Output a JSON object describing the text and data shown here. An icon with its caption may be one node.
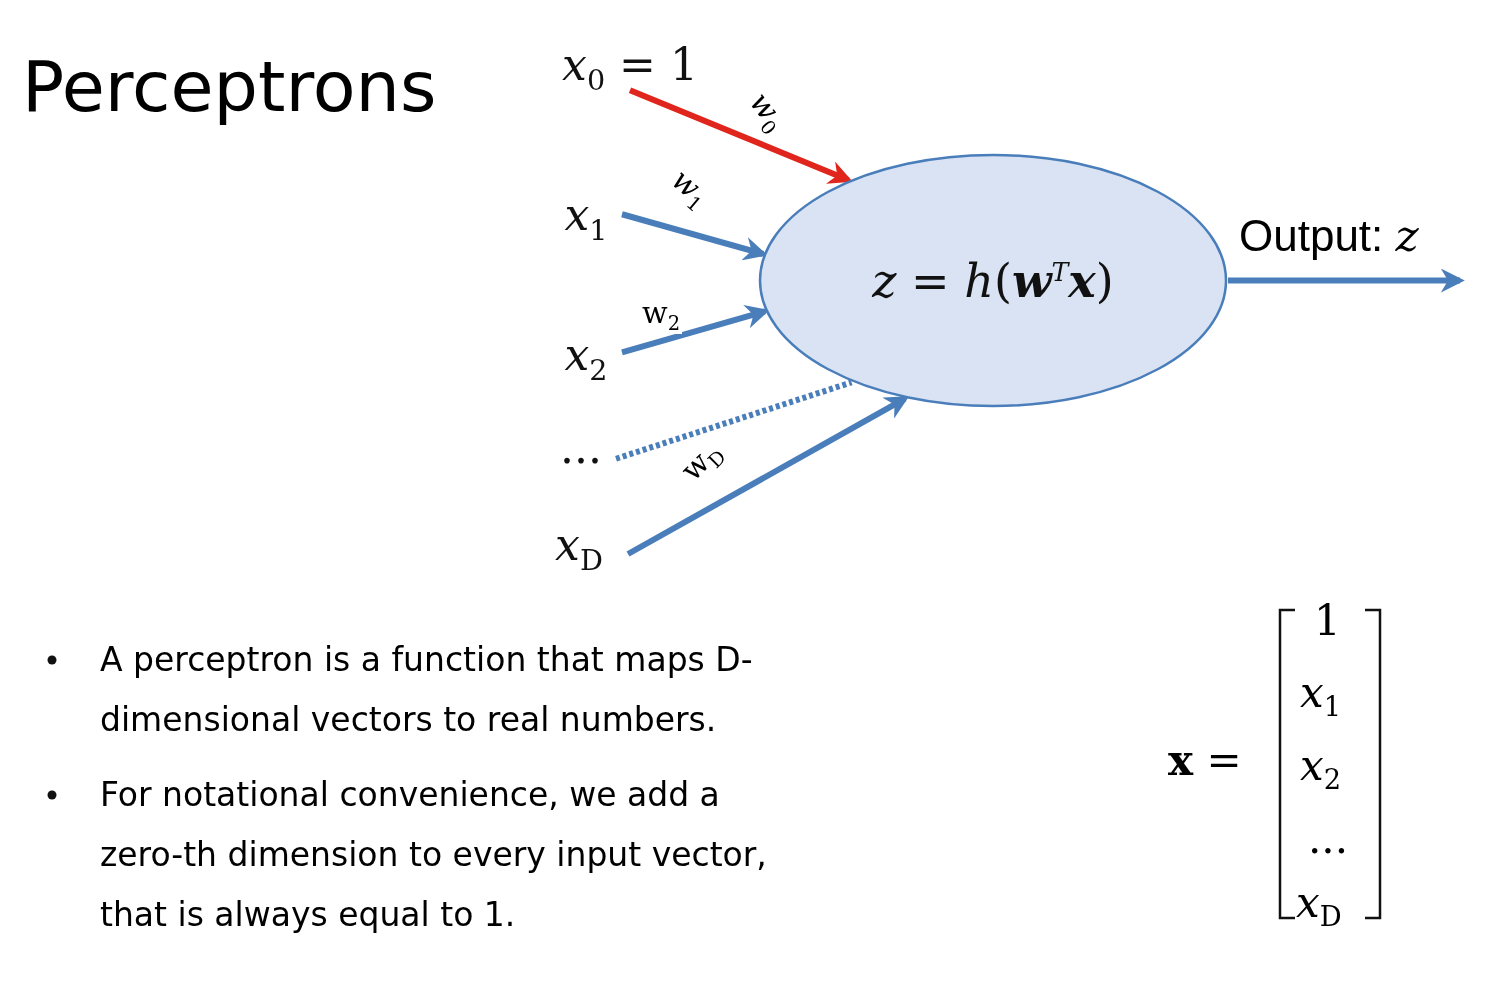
{
  "diagram": {
    "title": "Perceptrons",
    "nodes": [
      {
        "text": [
          "*x*$_{0}$ = 1"
        ]
      },
      {
        "text": [
          "*x*$_{1}$"
        ]
      },
      {
        "text": [
          "*x*$_{2}$"
        ]
      },
      {
        "text": [
          "..."
        ]
      },
      {
        "text": [
          "*x*$_{D}$"
        ]
      },
      {
        "text": [
          "*z* = *h*(**w**$^{T}$**x**)"
        ]
      }
    ],
    "edges": [
      {
        "from": 0,
        "to": 5,
        "arrow": "to",
        "label": "*w*$_{0}$",
        "color": "#e0261c"
      },
      {
        "from": 1,
        "to": 5,
        "arrow": "to",
        "label": "*w*$_{1}$"
      },
      {
        "from": 2,
        "to": 5,
        "arrow": "to",
        "label": "w$_{2}$"
      },
      {
        "from": 3,
        "to": 5,
        "arrow": "none",
        "style": "dashed"
      },
      {
        "from": 4,
        "to": 5,
        "arrow": "to",
        "label": "w$_{D}$"
      },
      {
        "from": 5,
        "to": null,
        "arrow": "to",
        "label": "Output: *z*"
      }
    ],
    "labels": [
      "A perceptron is a function that maps D-dimensional vectors to real numbers.",
      "For notational convenience, we add a zero-th dimension to every input vector, that is always equal to 1.",
      "**x** =",
      "1",
      "*x*$_{1}$",
      "*x*$_{2}$",
      "...",
      "*x*$_{D}$"
    ]
  }
}
